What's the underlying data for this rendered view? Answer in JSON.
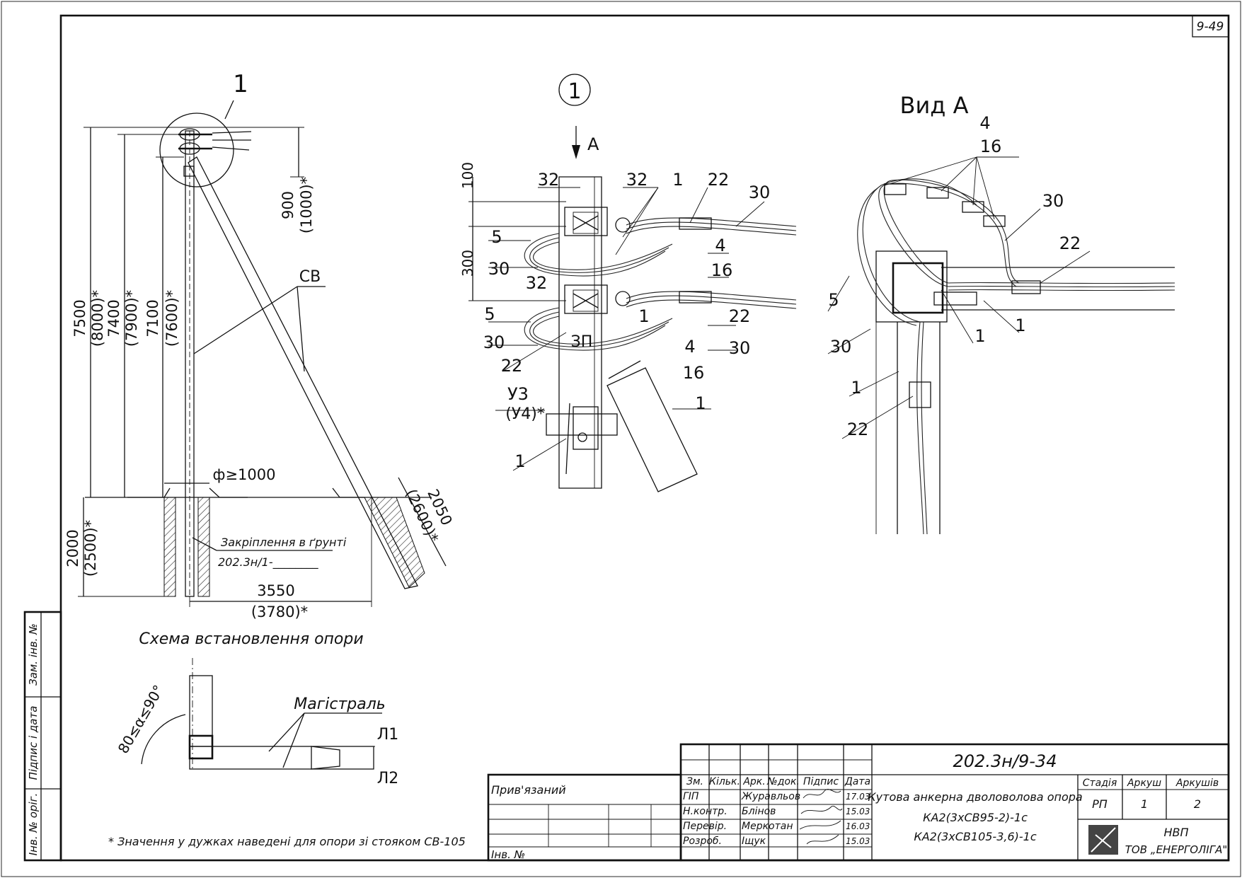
{
  "sheet_no": "9-49",
  "left_view": {
    "callout": "1",
    "dims": {
      "h_total": "7500",
      "h_total_alt": "(8000)*",
      "h_mid": "7400",
      "h_mid_alt": "(7900)*",
      "h_low": "7100",
      "h_low_alt": "(7600)*",
      "top_900": "900",
      "top_900_alt": "(1000)*",
      "ground": "2000",
      "ground_alt": "(2500)*",
      "strut_ground": "2050",
      "strut_ground_alt": "(2600)*",
      "base": "3550",
      "base_alt": "(3780)*",
      "pit": "ф≥1000"
    },
    "label_sv": "СВ",
    "fix_label": "Закріплення в ґрунті",
    "fix_code": "202.3н/1-________",
    "title": "Схема встановлення опори"
  },
  "small_scheme": {
    "angle": "80≤α≤90°",
    "main_label": "Магістраль",
    "l1": "Л1",
    "l2": "Л2"
  },
  "detail": {
    "callout": "1",
    "arrow": "А",
    "dim_top": "100",
    "dim_mid": "300",
    "labels": {
      "a": "32",
      "b": "32",
      "c": "1",
      "d": "22",
      "e": "30",
      "f": "5",
      "g": "30",
      "h": "4",
      "i": "16",
      "j": "32",
      "k": "5",
      "l": "22",
      "m": "1",
      "n": "30",
      "o": "ЗП",
      "p": "22",
      "q": "4",
      "r": "16",
      "s": "У3",
      "t": "(У4)*",
      "u": "1",
      "v": "1"
    }
  },
  "view_a": {
    "title": "Вид А",
    "labels": {
      "a": "4",
      "b": "16",
      "c": "30",
      "d": "22",
      "e": "5",
      "f": "1",
      "g": "1",
      "h": "30",
      "i": "1",
      "j": "22"
    }
  },
  "note": "* Значення у дужках наведені для опори зі стояком СВ-105",
  "side_stamp": {
    "a": "Зам. інв. №",
    "b": "Підпис і дата",
    "c": "Інв. № оріг."
  },
  "title_block": {
    "code": "202.3н/9-34",
    "privyazaniy": "Прив'язаний",
    "inv_no": "Інв. №",
    "header": [
      "Зм.",
      "Кільк.",
      "Арк.",
      "№док.",
      "Підпис",
      "Дата"
    ],
    "rows": [
      {
        "role": "ГІП",
        "name": "Журавльов",
        "date": "17.03"
      },
      {
        "role": "Н.контр.",
        "name": "Блінов",
        "date": "15.03"
      },
      {
        "role": "Перевір.",
        "name": "Меркотан",
        "date": "16.03"
      },
      {
        "role": "Розроб.",
        "name": "Іщук",
        "date": "15.03"
      }
    ],
    "desc1": "Кутова анкерна дволоволова опора",
    "desc2": "КА2(3хСВ95-2)-1с",
    "desc3": "КА2(3хСВ105-3,6)-1с",
    "stage_h": "Стадія",
    "sheet_h": "Аркуш",
    "sheets_h": "Аркушів",
    "stage": "РП",
    "sheet": "1",
    "sheets": "2",
    "org1": "НВП",
    "org2": "ТОВ „ЕНЕРГОЛІГА\""
  }
}
